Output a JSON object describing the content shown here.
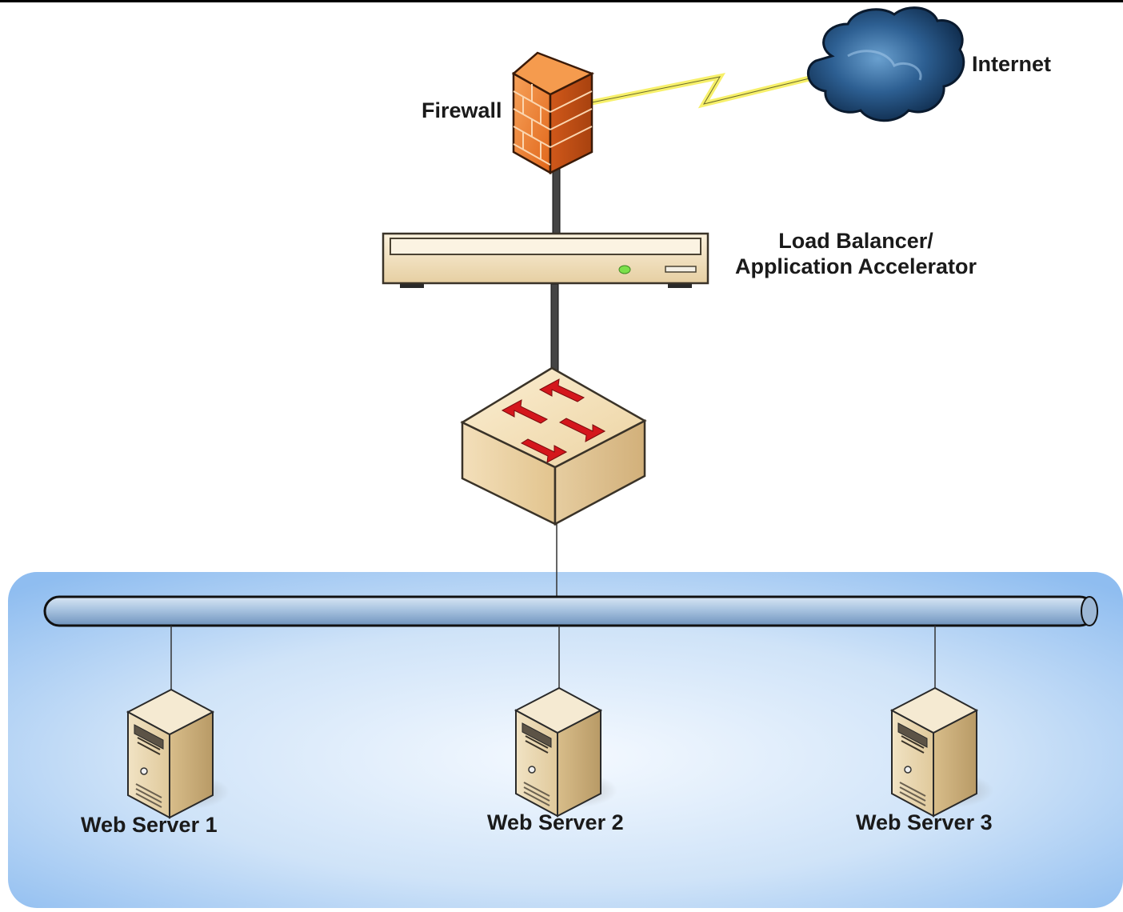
{
  "labels": {
    "internet": "Internet",
    "firewall": "Firewall",
    "load_balancer_line1": "Load Balancer/",
    "load_balancer_line2": "Application Accelerator",
    "servers": [
      "Web Server 1",
      "Web Server 2",
      "Web Server 3"
    ]
  },
  "icons": {
    "internet": "cloud-icon",
    "firewall": "brick-wall-icon",
    "load_balancer": "rack-appliance-icon",
    "switch": "network-switch-icon",
    "server": "tower-server-icon"
  },
  "colors": {
    "firewall": "#e8701f",
    "cloud": "#1f4f80",
    "lightning": "#f7f06a",
    "appliance": "#f2e2c2",
    "switch_arrows": "#d4161c",
    "lan_zone": "#9dc8f3",
    "bus": "#a9c6e4",
    "server": "#e3d0a8"
  }
}
